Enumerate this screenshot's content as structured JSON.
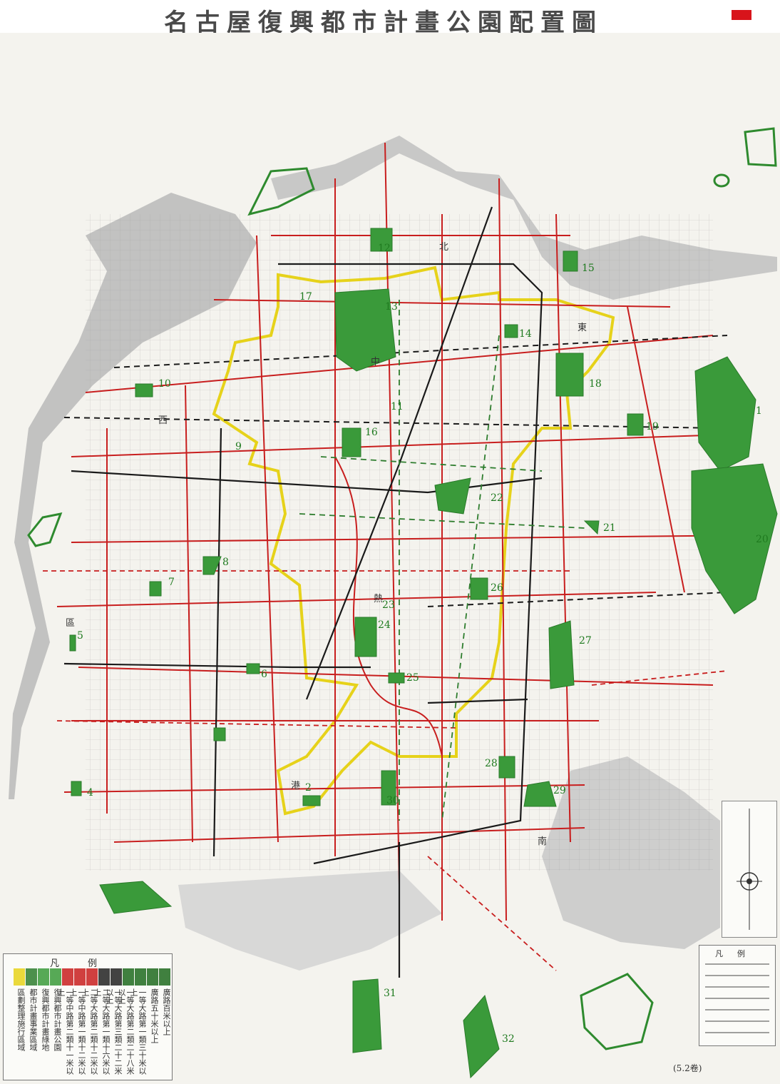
{
  "title": "名古屋復興都市計畫公園配置圖",
  "legend": {
    "title": "凡例",
    "items": [
      {
        "label": "廣路百米以上",
        "color": "#1f6a1f"
      },
      {
        "label": "廣路五十米以上",
        "color": "#1f6a1f"
      },
      {
        "label": "一等大路第一類三十米以上",
        "color": "#1f6a1f"
      },
      {
        "label": "一等大路第二類二十八米以上",
        "color": "#1f6a1f"
      },
      {
        "label": "一等大路第三類二十二米以上",
        "color": "#222222"
      },
      {
        "label": "二等大路第一類十六米以上",
        "color": "#222222"
      },
      {
        "label": "二等大路第二類十二米以上",
        "color": "#c81e1e"
      },
      {
        "label": "一等中路第一類十二米以上",
        "color": "#c81e1e"
      },
      {
        "label": "一等中路第二類十一米以上",
        "color": "#c81e1e"
      },
      {
        "label": "復興都市計畫公園",
        "color": "#3a9a3a"
      },
      {
        "label": "復興都市計畫綠地",
        "color": "#3a9a3a"
      },
      {
        "label": "都市計畫事業區域",
        "color": "#2e7d2e"
      },
      {
        "label": "區劃整理施行區域",
        "color": "#e6d21a"
      }
    ]
  },
  "park_numbers": [
    "1",
    "2",
    "4",
    "5",
    "6",
    "7",
    "8",
    "9",
    "10",
    "11",
    "12",
    "13",
    "14",
    "15",
    "16",
    "17",
    "18",
    "19",
    "20",
    "21",
    "22",
    "23",
    "24",
    "25",
    "26",
    "27",
    "28",
    "29",
    "30",
    "31",
    "32"
  ],
  "wards": [
    "北",
    "東",
    "中",
    "熱",
    "港",
    "南",
    "西",
    "區"
  ],
  "legend_right_title": "凡例",
  "sheet_code": "(5.2卷)",
  "colors": {
    "road_red": "#c81e1e",
    "road_black": "#1a1a1a",
    "park_green": "#3a9a3a",
    "boundary_yellow": "#e6d21a",
    "water_gray": "#8c8c8c"
  }
}
